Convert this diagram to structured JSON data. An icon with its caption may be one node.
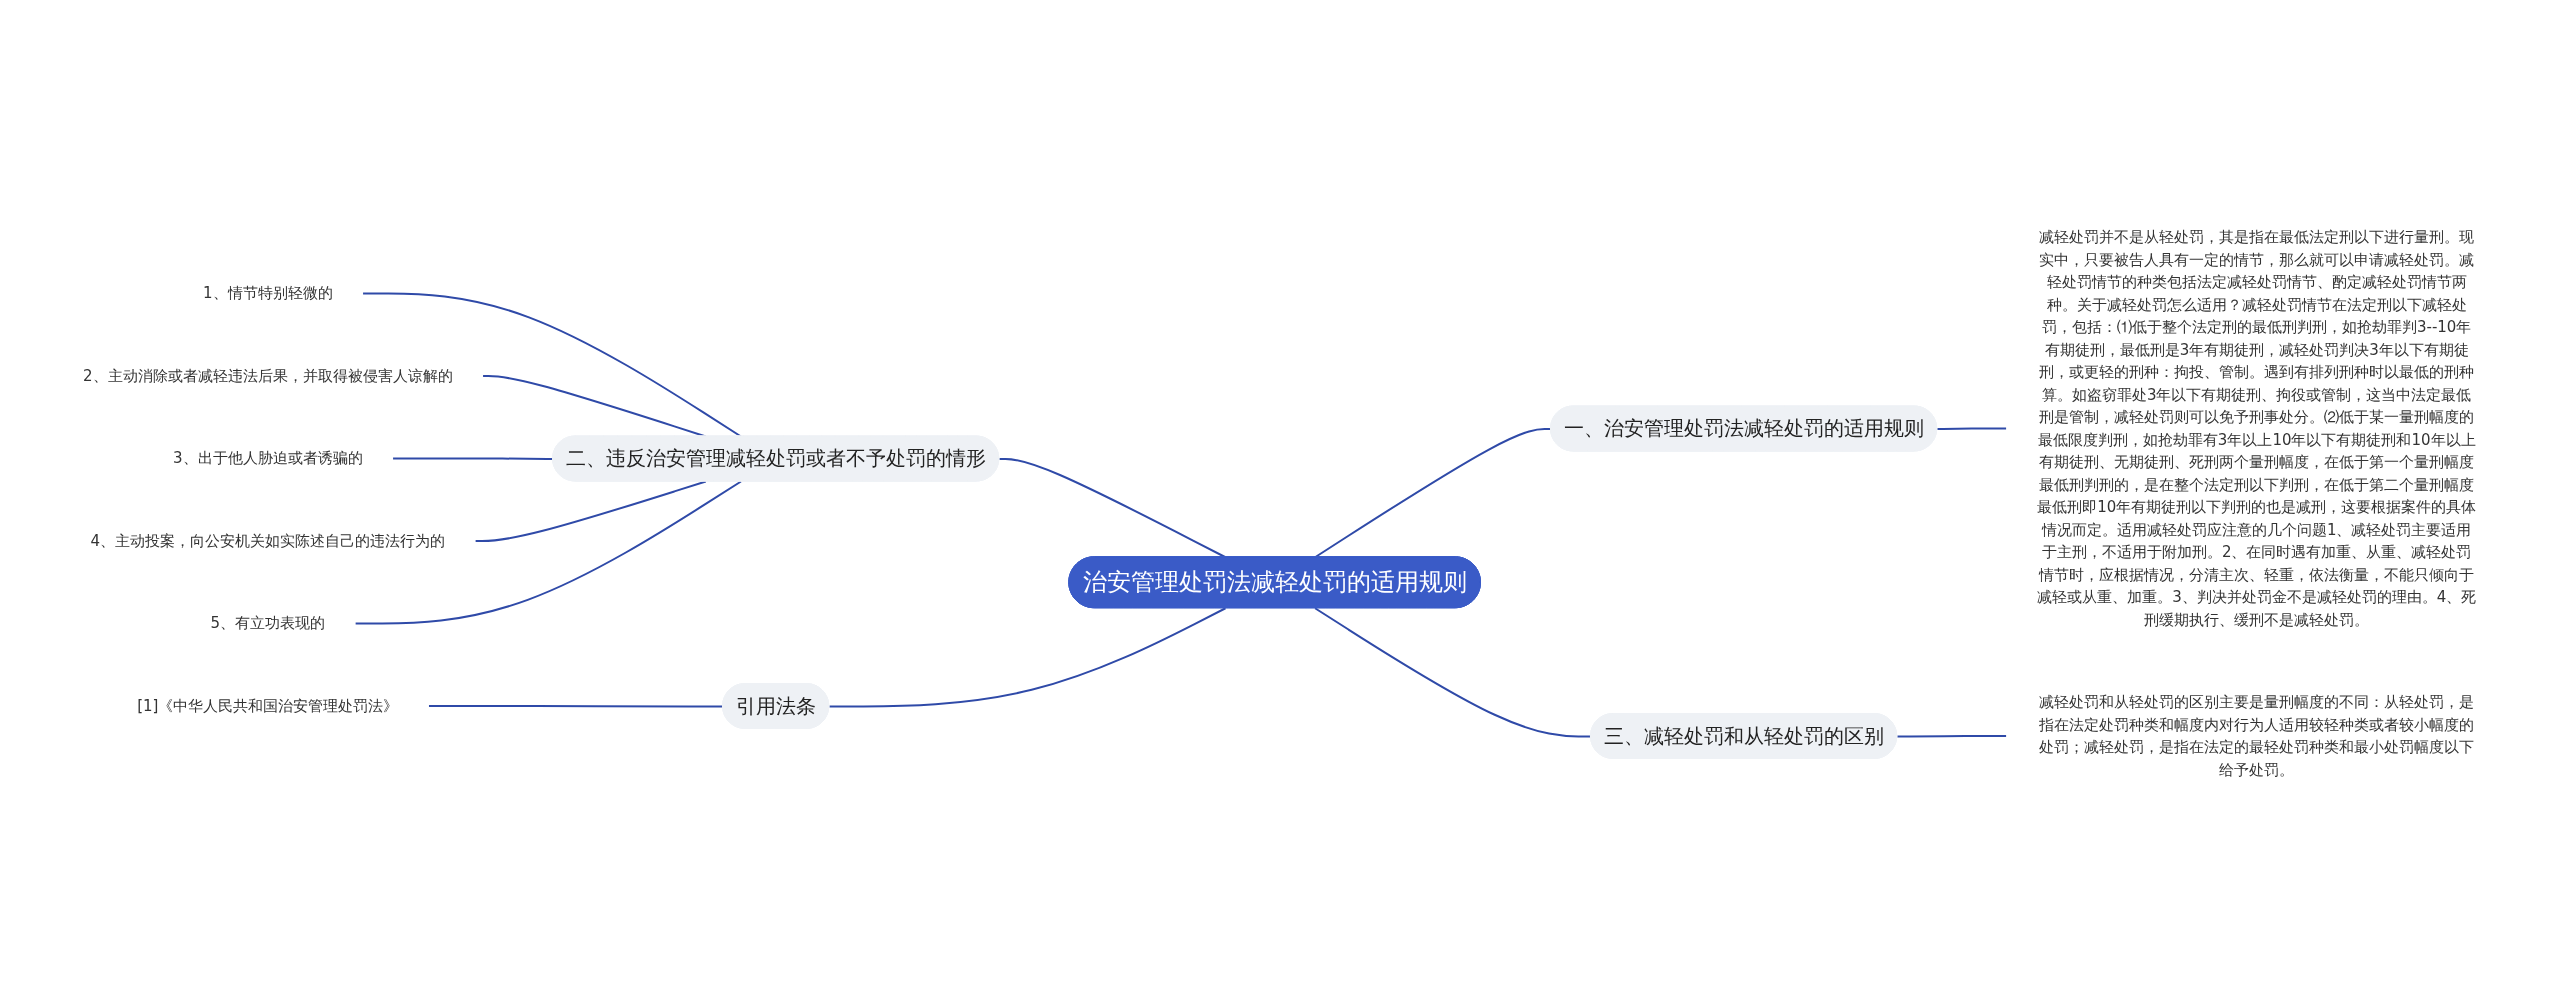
{
  "diagram": {
    "nodes": [
      {
        "text": [
          "治安管理处罚法减轻处罚的适用规则"
        ]
      },
      {
        "text": [
          "一、治安管理处罚法减轻处罚的适用规则"
        ]
      },
      {
        "text": [
          "减轻处罚并不是从轻处罚，其是指在最低法定刑以下进行量刑。现实中，只要被告人具有一定的情节，那么就可以申请减轻处罚。减轻处罚情节的种类包括法定减轻处罚情节、酌定减轻处罚情节两种。关于减轻处罚怎么适用？减轻处罚情节在法定刑以下减轻处罚，包括：⑴低于整个法定刑的最低刑判刑，如抢劫罪判3--10年有期徒刑，最低刑是3年有期徒刑，减轻处罚判决3年以下有期徒刑，或更轻的刑种：拘投、管制。遇到有排列刑种时以最低的刑种算。如盗窃罪处3年以下有期徒刑、拘役或管制，这当中法定最低刑是管制，减轻处罚则可以免予刑事处分。⑵低于某一量刑幅度的最低限度判刑，如抢劫罪有3年以上10年以下有期徒刑和10年以上有期徒刑、无期徒刑、死刑两个量刑幅度，在低于第一个量刑幅度最低刑判刑的，是在整个法定刑以下判刑，在低于第二个量刑幅度最低刑即10年有期徒刑以下判刑的也是减刑，这要根据案件的具体情况而定。适用减轻处罚应注意的几个问题1、减轻处罚主要适用于主刑，不适用于附加刑。2、在同时遇有加重、从重、减轻处罚情节时，应根据情况，分清主次、轻重，依法衡量，不能只倾向于减轻或从重、加重。3、判决并处罚金不是减轻处罚的理由。4、死刑缓期执行、缓刑不是减轻处罚。"
        ]
      },
      {
        "text": [
          "三、减轻处罚和从轻处罚的区别"
        ]
      },
      {
        "text": [
          "减轻处罚和从轻处罚的区别主要是量刑幅度的不同：从轻处罚，是指在法定处罚种类和幅度内对行为人适用较轻种类或者较小幅度的处罚；减轻处罚，是指在法定的最轻处罚种类和最小处罚幅度以下给予处罚。"
        ]
      },
      {
        "text": [
          "二、违反治安管理减轻处罚或者不予处罚的情形"
        ]
      },
      {
        "text": [
          "1、情节特别轻微的"
        ]
      },
      {
        "text": [
          "2、主动消除或者减轻违法后果，并取得被侵害人谅解的"
        ]
      },
      {
        "text": [
          "3、出于他人胁迫或者诱骗的"
        ]
      },
      {
        "text": [
          "4、主动投案，向公安机关如实陈述自己的违法行为的"
        ]
      },
      {
        "text": [
          "5、有立功表现的"
        ]
      },
      {
        "text": [
          "引用法条"
        ]
      },
      {
        "text": [
          "[1]《中华人民共和国治安管理处罚法》"
        ]
      }
    ],
    "edges": [
      {
        "from": 0,
        "to": 1,
        "arrow": "none"
      },
      {
        "from": 1,
        "to": 2,
        "arrow": "none"
      },
      {
        "from": 0,
        "to": 3,
        "arrow": "none"
      },
      {
        "from": 3,
        "to": 4,
        "arrow": "none"
      },
      {
        "from": 5,
        "to": 0,
        "arrow": "none"
      },
      {
        "from": 6,
        "to": 5,
        "arrow": "none"
      },
      {
        "from": 7,
        "to": 5,
        "arrow": "none"
      },
      {
        "from": 8,
        "to": 5,
        "arrow": "none"
      },
      {
        "from": 9,
        "to": 5,
        "arrow": "none"
      },
      {
        "from": 10,
        "to": 5,
        "arrow": "none"
      },
      {
        "from": 11,
        "to": 0,
        "arrow": "none"
      },
      {
        "from": 12,
        "to": 11,
        "arrow": "none"
      }
    ]
  }
}
